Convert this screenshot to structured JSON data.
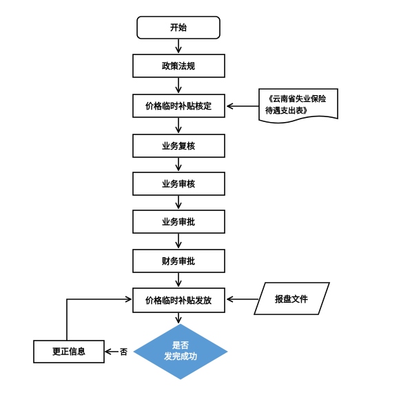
{
  "nodes": {
    "start": "开始",
    "policy": "政策法规",
    "verify_subsidy": "价格临时补贴核定",
    "review": "业务复核",
    "audit": "业务审核",
    "approve": "业务审批",
    "finance_approve": "财务审批",
    "issue_subsidy": "价格临时补贴发放",
    "decision_line1": "是否",
    "decision_line2": "发完成功",
    "correct_info": "更正信息"
  },
  "side_inputs": {
    "document_line1": "《云南省失业保险",
    "document_line2": "待遇支出表》",
    "disk_file": "报盘文件"
  },
  "edge_labels": {
    "no": "否"
  },
  "colors": {
    "decision_fill": "#5b9bd5",
    "decision_text": "#ffffff",
    "stroke": "#000000"
  }
}
